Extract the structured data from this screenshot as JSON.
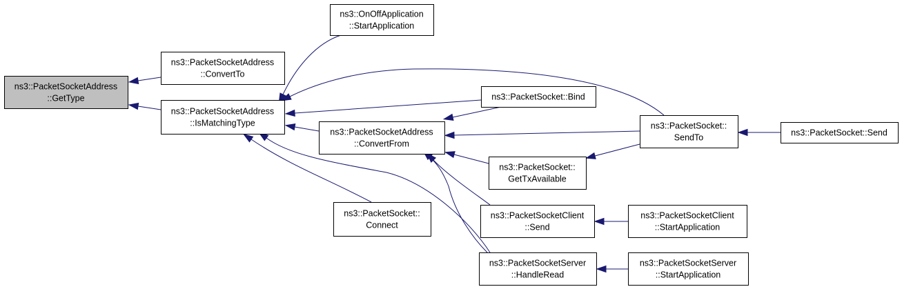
{
  "diagram": {
    "type": "caller-graph",
    "colors": {
      "edge": "#191970",
      "root_fill": "#bfbfbf",
      "node_fill": "#ffffff",
      "node_border": "#000000"
    },
    "nodes": [
      {
        "id": "gettype",
        "lines": [
          "ns3::PacketSocketAddress",
          "::GetType"
        ],
        "root": true
      },
      {
        "id": "convertto",
        "lines": [
          "ns3::PacketSocketAddress",
          "::ConvertTo"
        ]
      },
      {
        "id": "ismatchingtype",
        "lines": [
          "ns3::PacketSocketAddress",
          "::IsMatchingType"
        ]
      },
      {
        "id": "onoff-start",
        "lines": [
          "ns3::OnOffApplication",
          "::StartApplication"
        ]
      },
      {
        "id": "convertfrom",
        "lines": [
          "ns3::PacketSocketAddress",
          "::ConvertFrom"
        ]
      },
      {
        "id": "connect",
        "lines": [
          "ns3::PacketSocket::",
          "Connect"
        ]
      },
      {
        "id": "bind",
        "lines": [
          "ns3::PacketSocket::Bind"
        ]
      },
      {
        "id": "gettxavailable",
        "lines": [
          "ns3::PacketSocket::",
          "GetTxAvailable"
        ]
      },
      {
        "id": "client-send",
        "lines": [
          "ns3::PacketSocketClient",
          "::Send"
        ]
      },
      {
        "id": "server-handleread",
        "lines": [
          "ns3::PacketSocketServer",
          "::HandleRead"
        ]
      },
      {
        "id": "sendto",
        "lines": [
          "ns3::PacketSocket::",
          "SendTo"
        ]
      },
      {
        "id": "client-start",
        "lines": [
          "ns3::PacketSocketClient",
          "::StartApplication"
        ]
      },
      {
        "id": "server-start",
        "lines": [
          "ns3::PacketSocketServer",
          "::StartApplication"
        ]
      },
      {
        "id": "send",
        "lines": [
          "ns3::PacketSocket::Send"
        ]
      }
    ],
    "edges": [
      {
        "from": "convertto",
        "to": "gettype"
      },
      {
        "from": "ismatchingtype",
        "to": "gettype"
      },
      {
        "from": "onoff-start",
        "to": "ismatchingtype"
      },
      {
        "from": "sendto",
        "to": "ismatchingtype"
      },
      {
        "from": "bind",
        "to": "ismatchingtype"
      },
      {
        "from": "convertfrom",
        "to": "ismatchingtype"
      },
      {
        "from": "connect",
        "to": "ismatchingtype"
      },
      {
        "from": "server-handleread",
        "to": "ismatchingtype"
      },
      {
        "from": "bind",
        "to": "convertfrom"
      },
      {
        "from": "sendto",
        "to": "convertfrom"
      },
      {
        "from": "gettxavailable",
        "to": "convertfrom"
      },
      {
        "from": "client-send",
        "to": "convertfrom"
      },
      {
        "from": "server-handleread",
        "to": "convertfrom"
      },
      {
        "from": "sendto",
        "to": "gettxavailable"
      },
      {
        "from": "send",
        "to": "sendto"
      },
      {
        "from": "client-start",
        "to": "client-send"
      },
      {
        "from": "server-start",
        "to": "server-handleread"
      }
    ]
  }
}
